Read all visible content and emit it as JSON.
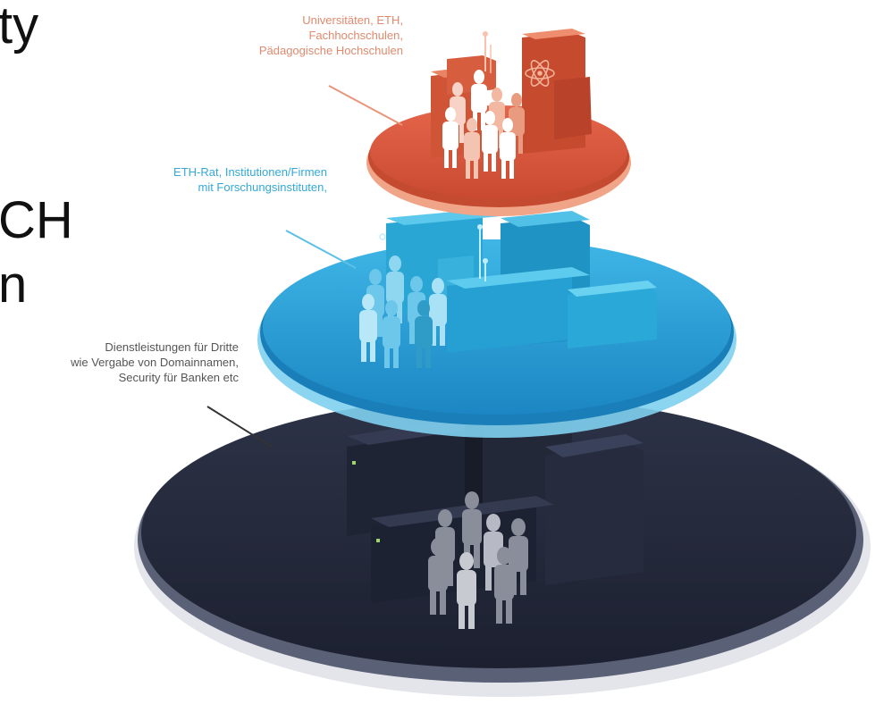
{
  "fragments": {
    "line1": "ty",
    "line2": "CH",
    "line3": "n"
  },
  "tiers": {
    "top": {
      "label": "Universitäten, ETH,\nFachhochschulen,\nPädagogische Hochschulen",
      "color": "#d9573a",
      "label_color": "#e08a6e"
    },
    "middle": {
      "label": "ETH-Rat, Institutionen/Firmen\nmit Forschungsinstituten,",
      "color": "#2a9fd6",
      "label_color": "#34a9d8"
    },
    "bottom": {
      "label": "Dienstleistungen für Dritte\nwie Vergabe von Domainnamen,\nSecurity für Banken etc",
      "color": "#262b3d",
      "label_color": "#555555"
    }
  },
  "icons": [
    "atom-icon"
  ]
}
